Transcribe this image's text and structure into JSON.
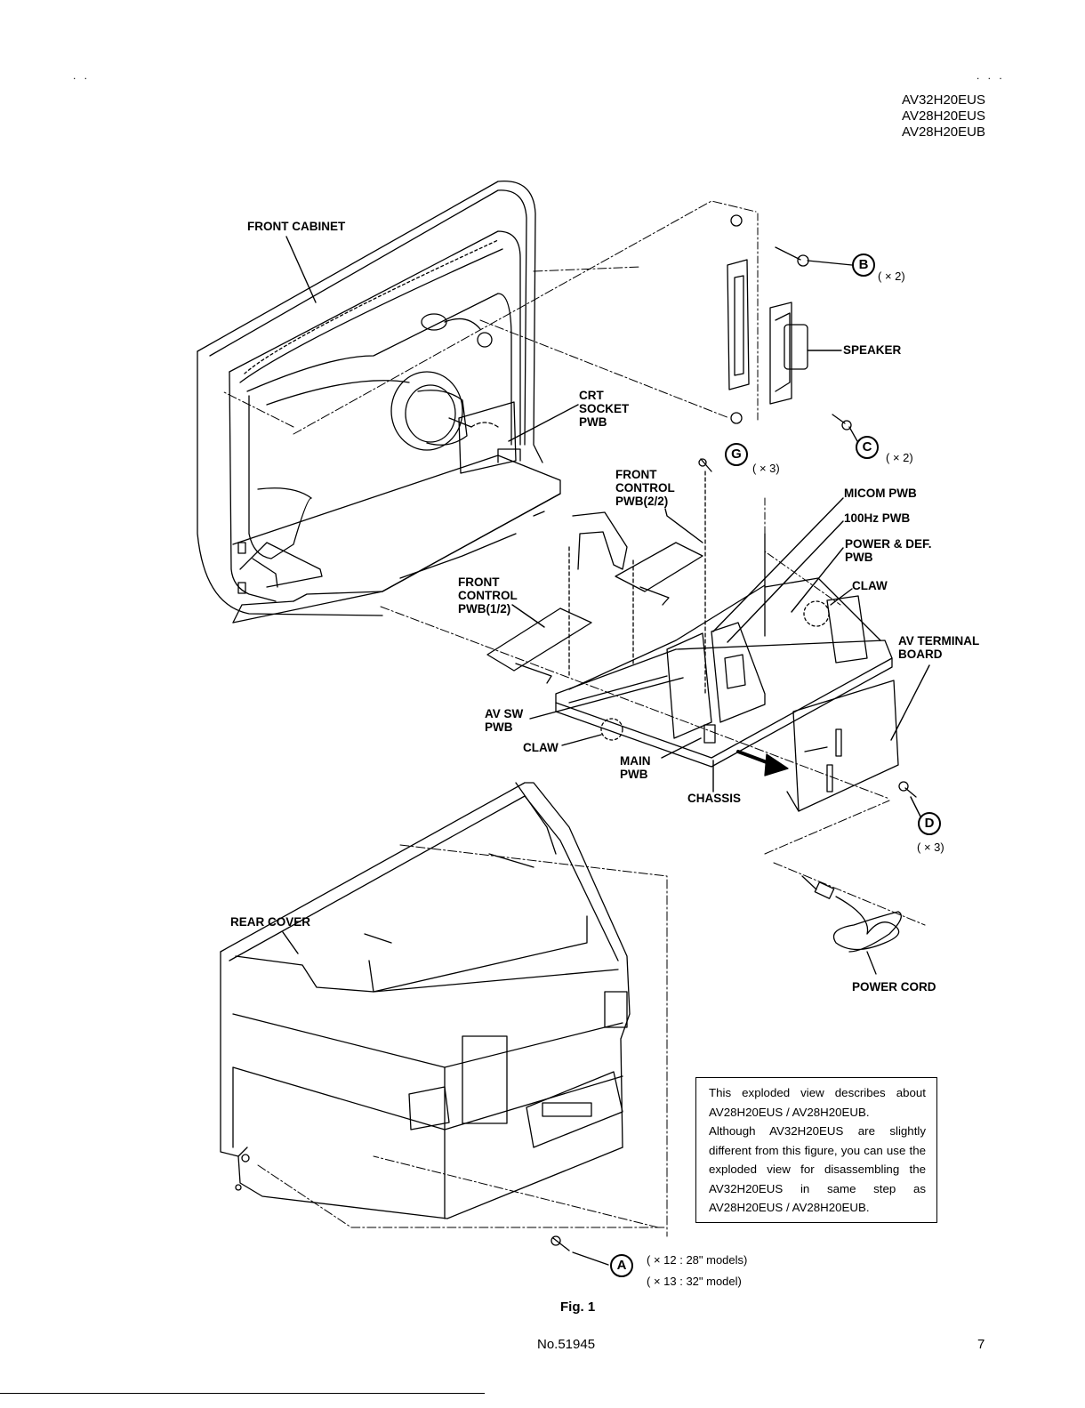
{
  "header": {
    "dots_left": ". .",
    "dots_right": ". . .",
    "models": [
      "AV32H20EUS",
      "AV28H20EUS",
      "AV28H20EUB"
    ]
  },
  "labels": {
    "front_cabinet": "FRONT CABINET",
    "speaker": "SPEAKER",
    "crt_socket": [
      "CRT",
      "SOCKET",
      "PWB"
    ],
    "front_control_2": [
      "FRONT",
      "CONTROL",
      "PWB(2/2)"
    ],
    "front_control_1": [
      "FRONT",
      "CONTROL",
      "PWB(1/2)"
    ],
    "micom": "MICOM PWB",
    "hz100": "100Hz PWB",
    "power_def": [
      "POWER & DEF.",
      "PWB"
    ],
    "claw_right": "CLAW",
    "av_terminal": [
      "AV TERMINAL",
      "BOARD"
    ],
    "av_sw": [
      "AV SW",
      "PWB"
    ],
    "claw_left": "CLAW",
    "main_pwb": [
      "MAIN",
      "PWB"
    ],
    "chassis": "CHASSIS",
    "rear_cover": "REAR COVER",
    "power_cord": "POWER CORD"
  },
  "callouts": {
    "a": {
      "letter": "A",
      "qty": [
        "( × 12 : 28\" models)",
        "( × 13 : 32\" model)"
      ]
    },
    "b": {
      "letter": "B",
      "qty": "( × 2)"
    },
    "c": {
      "letter": "C",
      "qty": "( × 2)"
    },
    "d": {
      "letter": "D",
      "qty": "( × 3)"
    },
    "g": {
      "letter": "G",
      "qty": "( × 3)"
    }
  },
  "note": [
    "This exploded view describes about AV28H20EUS / AV28H20EUB.",
    "Although AV32H20EUS are slightly different from this figure, you can use the exploded view for disassembling the AV32H20EUS in same step as AV28H20EUS / AV28H20EUB."
  ],
  "figure_caption": "Fig. 1",
  "footer": {
    "doc_number": "No.51945",
    "page_number": "7"
  }
}
